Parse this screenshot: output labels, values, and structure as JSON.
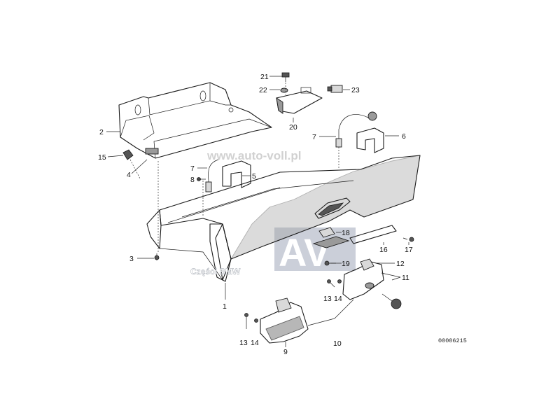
{
  "diagram": {
    "document_id": "00006215",
    "watermark_url": "www.auto-voll.pl",
    "watermark_logo": "AV",
    "watermark_caption": "Części BMW",
    "callouts": {
      "n1": "1",
      "n2": "2",
      "n3": "3",
      "n4": "4",
      "n5": "5",
      "n6": "6",
      "n7a": "7",
      "n7b": "7",
      "n8": "8",
      "n9": "9",
      "n10": "10",
      "n11": "11",
      "n12": "12",
      "n13a": "13",
      "n13b": "13",
      "n14a": "14",
      "n14b": "14",
      "n15": "15",
      "n16": "16",
      "n17": "17",
      "n18": "18",
      "n19": "19",
      "n20": "20",
      "n21": "21",
      "n22": "22",
      "n23": "23"
    }
  }
}
